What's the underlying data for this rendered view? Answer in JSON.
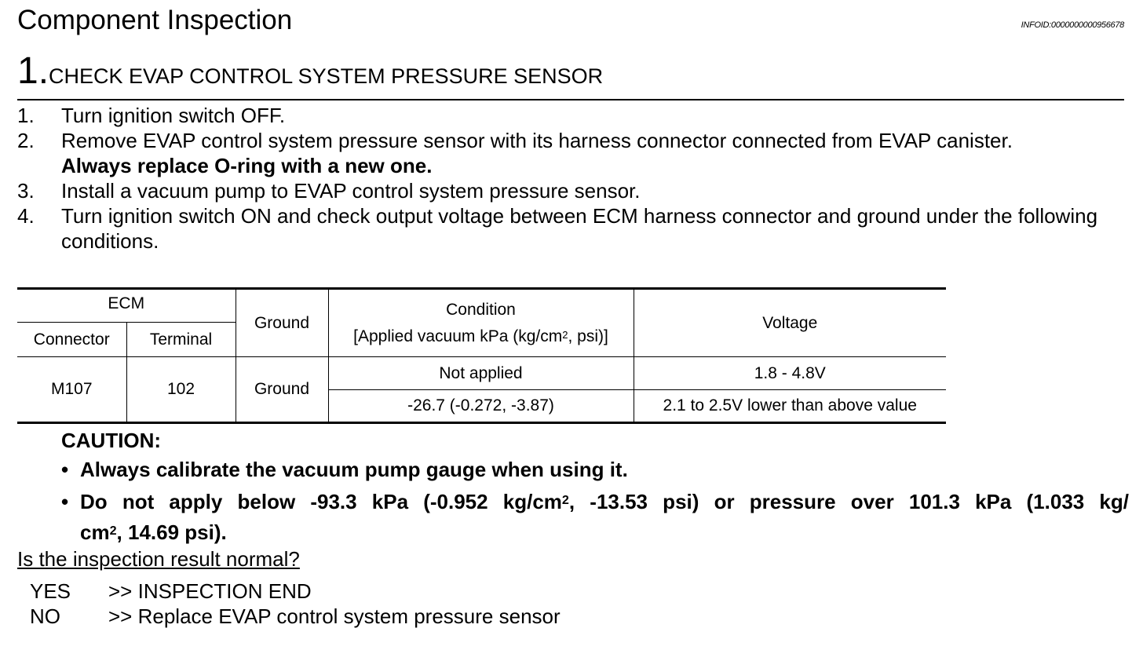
{
  "header": {
    "title": "Component Inspection",
    "info_id": "INFOID:0000000000956678"
  },
  "step": {
    "number": "1.",
    "title": "CHECK EVAP CONTROL SYSTEM PRESSURE SENSOR"
  },
  "steps": [
    {
      "num": "1.",
      "text": "Turn ignition switch OFF."
    },
    {
      "num": "2.",
      "text": "Remove EVAP control system pressure sensor with its harness connector connected from EVAP canister.",
      "note": "Always replace O-ring with a new one."
    },
    {
      "num": "3.",
      "text": "Install a vacuum pump to EVAP control system pressure sensor."
    },
    {
      "num": "4.",
      "text": "Turn ignition switch ON and check output voltage between ECM harness connector and ground under the following conditions."
    }
  ],
  "table": {
    "headers": {
      "ecm": "ECM",
      "connector": "Connector",
      "terminal": "Terminal",
      "ground": "Ground",
      "condition": "Condition",
      "condition_sub_pre": "[Applied vacuum kPa (kg/cm",
      "condition_sub_sup": "2",
      "condition_sub_post": ", psi)]",
      "voltage": "Voltage"
    },
    "connector": "M107",
    "terminal": "102",
    "ground": "Ground",
    "rows": [
      {
        "condition": "Not applied",
        "voltage": "1.8 - 4.8V"
      },
      {
        "condition": "-26.7 (-0.272, -3.87)",
        "voltage": "2.1 to 2.5V lower than above value"
      }
    ]
  },
  "caution": {
    "label": "CAUTION:",
    "bullet_char": "•",
    "item1": "Always calibrate the vacuum pump gauge when using it.",
    "item2_line1_pre": "Do not apply below -93.3 kPa (-0.952 kg/cm",
    "item2_line1_sup": "2",
    "item2_line1_post": ", -13.53 psi) or pressure over 101.3 kPa (1.033 kg/",
    "item2_line2_pre": "cm",
    "item2_line2_sup": "2",
    "item2_line2_post": ", 14.69 psi)."
  },
  "question": "Is the inspection result normal?",
  "answers": [
    {
      "key": "YES",
      "value": ">> INSPECTION END"
    },
    {
      "key": "NO",
      "value": ">> Replace EVAP control system pressure sensor"
    }
  ]
}
